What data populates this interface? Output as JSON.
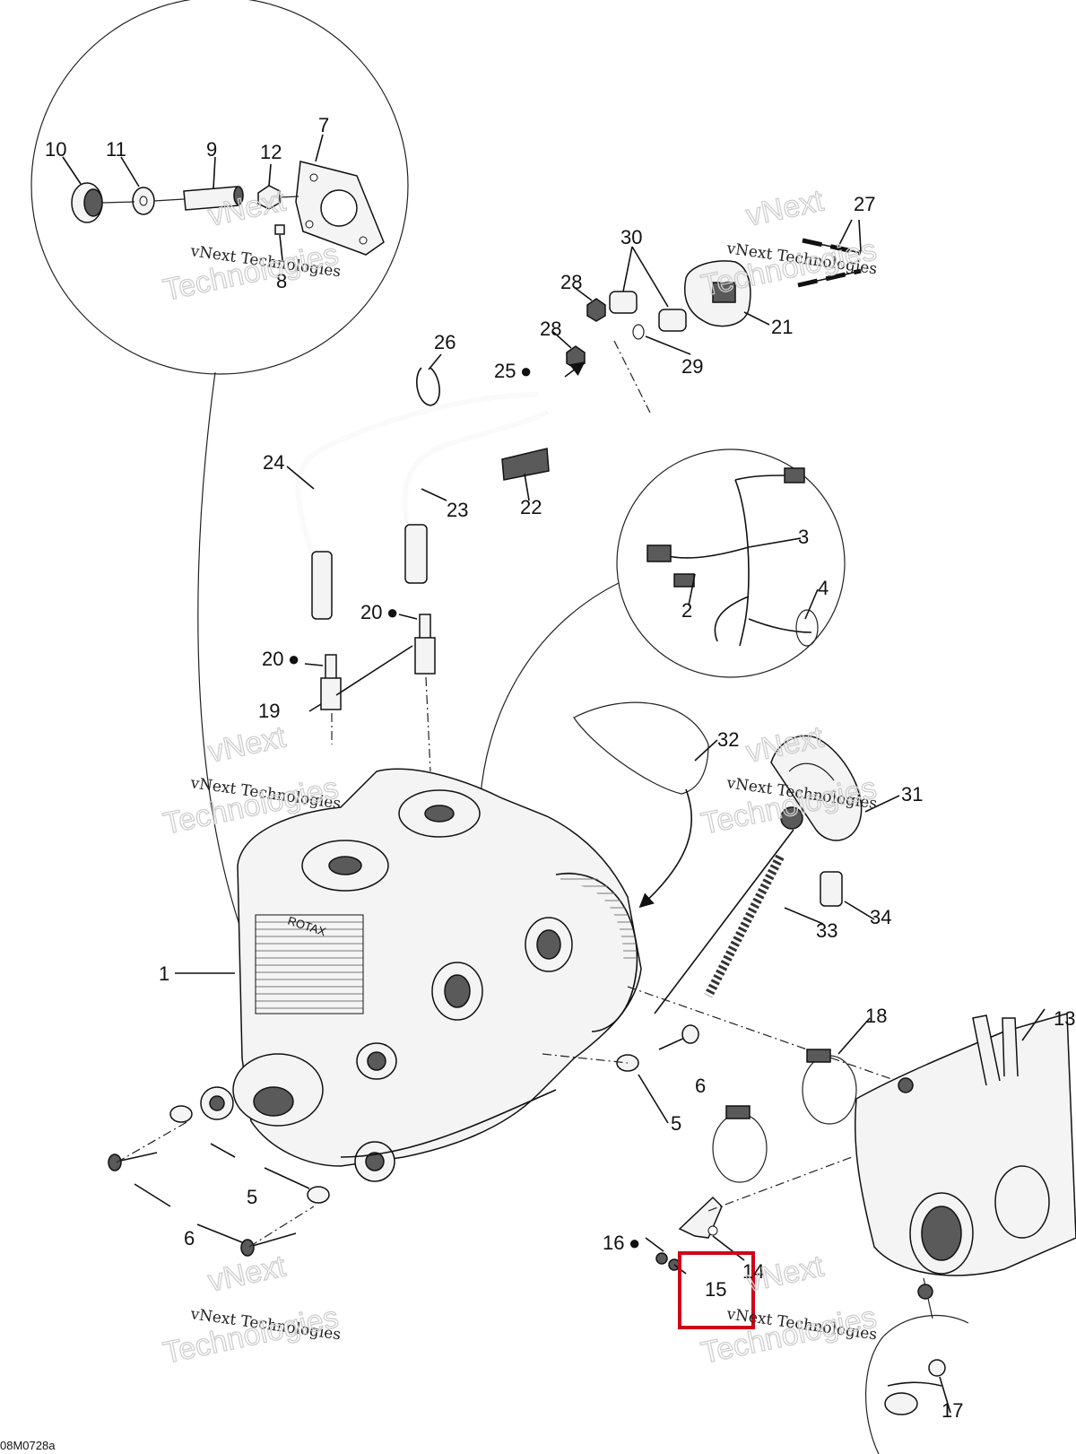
{
  "diagram": {
    "figure_code": "08M0728a",
    "watermark": {
      "line1": "vNext",
      "line2": "vNext Technologies",
      "line3": "Technologies"
    },
    "callouts": [
      {
        "id": "c1",
        "label": "1"
      },
      {
        "id": "c2",
        "label": "2"
      },
      {
        "id": "c3",
        "label": "3"
      },
      {
        "id": "c4",
        "label": "4"
      },
      {
        "id": "c5a",
        "label": "5"
      },
      {
        "id": "c5b",
        "label": "5"
      },
      {
        "id": "c6a",
        "label": "6"
      },
      {
        "id": "c6b",
        "label": "6"
      },
      {
        "id": "c7",
        "label": "7"
      },
      {
        "id": "c8",
        "label": "8"
      },
      {
        "id": "c9",
        "label": "9"
      },
      {
        "id": "c10",
        "label": "10"
      },
      {
        "id": "c11",
        "label": "11"
      },
      {
        "id": "c12",
        "label": "12"
      },
      {
        "id": "c13",
        "label": "13"
      },
      {
        "id": "c14",
        "label": "14"
      },
      {
        "id": "c15",
        "label": "15",
        "highlighted": true
      },
      {
        "id": "c16",
        "label": "16",
        "lubricant_drop": true
      },
      {
        "id": "c17",
        "label": "17"
      },
      {
        "id": "c18",
        "label": "18"
      },
      {
        "id": "c19",
        "label": "19"
      },
      {
        "id": "c20a",
        "label": "20",
        "lubricant_drop": true
      },
      {
        "id": "c20b",
        "label": "20",
        "lubricant_drop": true
      },
      {
        "id": "c21",
        "label": "21"
      },
      {
        "id": "c22",
        "label": "22"
      },
      {
        "id": "c23",
        "label": "23"
      },
      {
        "id": "c24",
        "label": "24"
      },
      {
        "id": "c25",
        "label": "25",
        "lubricant_drop": true
      },
      {
        "id": "c26",
        "label": "26"
      },
      {
        "id": "c27",
        "label": "27"
      },
      {
        "id": "c28a",
        "label": "28"
      },
      {
        "id": "c28b",
        "label": "28"
      },
      {
        "id": "c29",
        "label": "29"
      },
      {
        "id": "c30",
        "label": "30"
      },
      {
        "id": "c31",
        "label": "31"
      },
      {
        "id": "c32",
        "label": "32"
      },
      {
        "id": "c33",
        "label": "33"
      },
      {
        "id": "c34",
        "label": "34"
      }
    ],
    "engine_brand_text": "ROTAX",
    "highlight_color": "#d0021b"
  }
}
